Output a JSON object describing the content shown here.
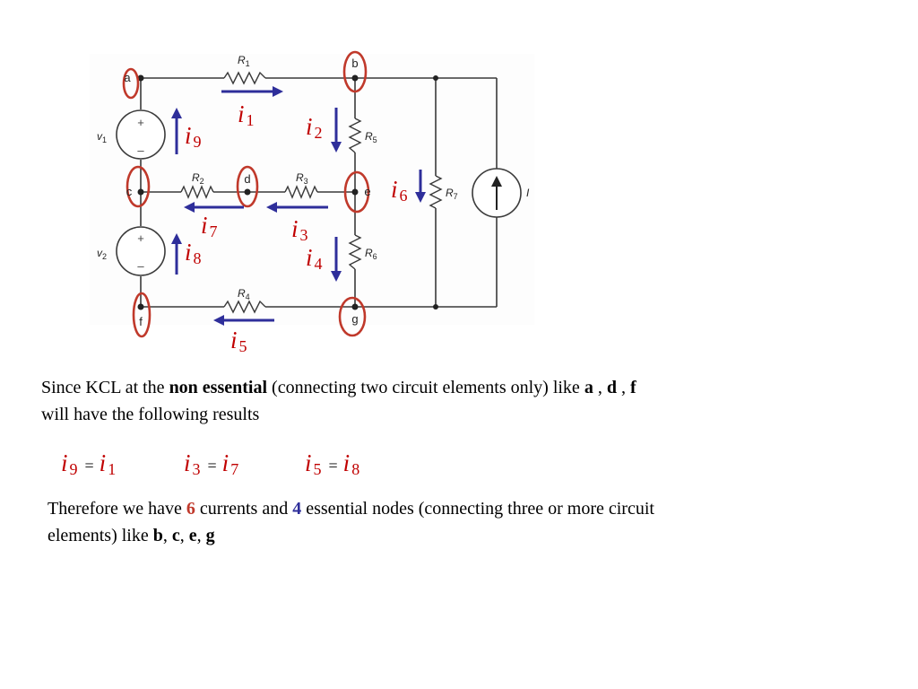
{
  "circuit": {
    "nodes": [
      "a",
      "b",
      "c",
      "d",
      "e",
      "f",
      "g"
    ],
    "resistors": [
      {
        "name": "R",
        "sub": "1"
      },
      {
        "name": "R",
        "sub": "2"
      },
      {
        "name": "R",
        "sub": "3"
      },
      {
        "name": "R",
        "sub": "4"
      },
      {
        "name": "R",
        "sub": "5"
      },
      {
        "name": "R",
        "sub": "6"
      },
      {
        "name": "R",
        "sub": "7"
      }
    ],
    "sources": [
      {
        "name": "v",
        "sub": "1",
        "plus": "+",
        "minus": "–"
      },
      {
        "name": "v",
        "sub": "2",
        "plus": "+",
        "minus": "–"
      }
    ],
    "current_source": "I",
    "currents": [
      {
        "sym": "i",
        "sub": "1"
      },
      {
        "sym": "i",
        "sub": "2"
      },
      {
        "sym": "i",
        "sub": "3"
      },
      {
        "sym": "i",
        "sub": "4"
      },
      {
        "sym": "i",
        "sub": "5"
      },
      {
        "sym": "i",
        "sub": "6"
      },
      {
        "sym": "i",
        "sub": "7"
      },
      {
        "sym": "i",
        "sub": "8"
      },
      {
        "sym": "i",
        "sub": "9"
      }
    ],
    "highlight_color": "#c0392b",
    "arrow_color": "#2e2e9a",
    "current_color": "#c00000"
  },
  "text": {
    "p1_a": "Since KCL at the ",
    "p1_b": "non essential",
    "p1_c": " (connecting two circuit elements  only)  like  ",
    "p1_n1": "a",
    "p1_sep1": " , ",
    "p1_n2": "d",
    "p1_sep2": " , ",
    "p1_n3": "f",
    "p1_d": "will  have the following results",
    "p2_a": "Therefore we have  ",
    "p2_n1": "6",
    "p2_b": " currents and  ",
    "p2_n2": "4",
    "p2_c": "  essential nodes (connecting three or more  circuit",
    "p2_d": "elements)   like  ",
    "p2_e1": "b",
    "p2_s1": ", ",
    "p2_e2": "c",
    "p2_s2": ", ",
    "p2_e3": "e",
    "p2_s3": ", ",
    "p2_e4": "g"
  },
  "equations": [
    {
      "lhs_sub": "9",
      "rhs_sub": "1",
      "sym": "i",
      "eq": "="
    },
    {
      "lhs_sub": "3",
      "rhs_sub": "7",
      "sym": "i",
      "eq": "="
    },
    {
      "lhs_sub": "5",
      "rhs_sub": "8",
      "sym": "i",
      "eq": "="
    }
  ]
}
